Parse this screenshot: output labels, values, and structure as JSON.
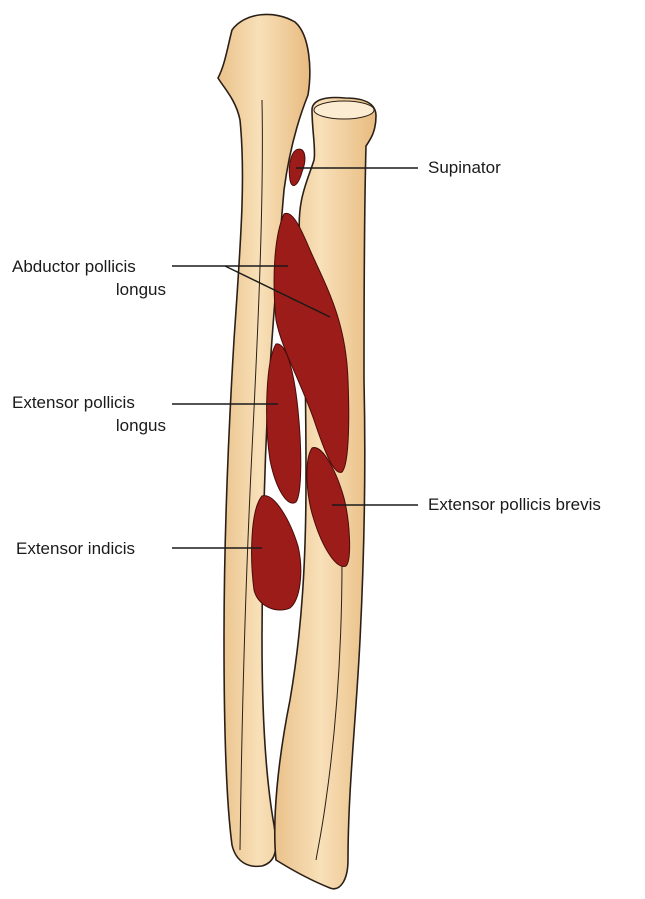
{
  "labels": {
    "supinator": "Supinator",
    "abductor_line1": "Abductor pollicis",
    "abductor_line2": "longus",
    "epl_line1": "Extensor pollicis",
    "epl_line2": "longus",
    "epb": "Extensor pollicis brevis",
    "indicis": "Extensor indicis"
  },
  "colors": {
    "bone_fill": "#f4d3a1",
    "bone_highlight": "#fbecd2",
    "bone_stroke": "#2b2018",
    "muscle_fill": "#9b1c18",
    "muscle_stroke": "#4a0c0a",
    "leader_line": "#1a1a1a"
  }
}
